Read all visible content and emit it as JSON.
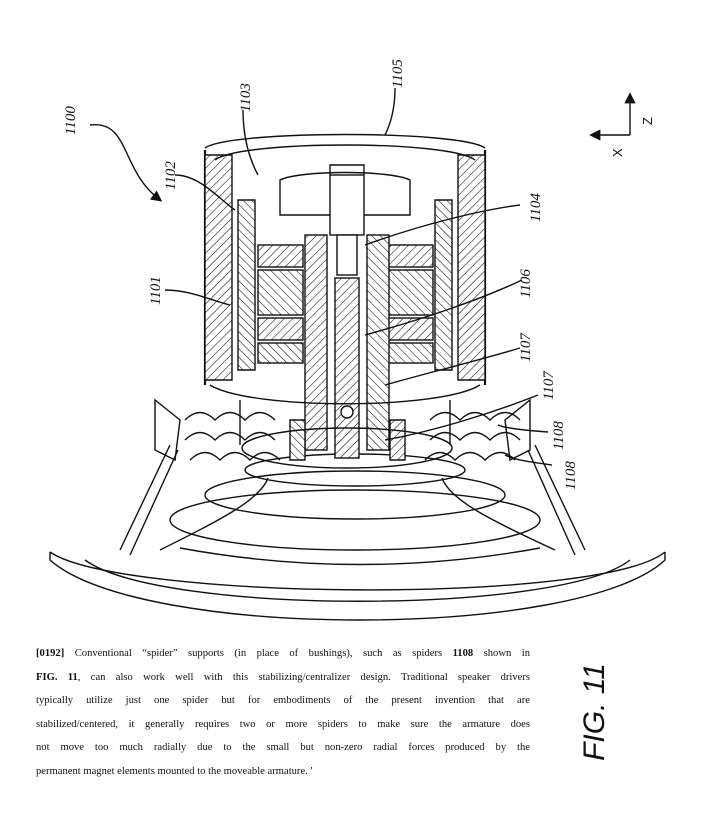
{
  "figure": {
    "fig_label": "FIG. 11",
    "labels": {
      "l1100": "1100",
      "l1101": "1101",
      "l1102": "1102",
      "l1103": "1103",
      "l1104": "1104",
      "l1105": "1105",
      "l1106": "1106",
      "l1107a": "1107",
      "l1107b": "1107",
      "l1108a": "1108",
      "l1108b": "1108",
      "axis_x": "X",
      "axis_z": "Z"
    }
  },
  "paragraph": {
    "number": "[0192]",
    "l1_a": " Conventional “spider” supports (in place of bushings), such as spiders ",
    "l1_b": "1108",
    "l1_c": " shown in",
    "l2_a": "FIG. 11",
    "l2_b": ", can also work well with this stabilizing/centralizer design.  Traditional speaker drivers",
    "l3": "typically utilize just one spider but for embodiments of the present invention that are",
    "l4": "stabilized/centered, it generally requires two or more spiders to make sure the armature does",
    "l5": "not move too much radially due to the small but non-zero radial forces produced by the",
    "l6": "permanent magnet elements mounted to the moveable armature.  '"
  }
}
